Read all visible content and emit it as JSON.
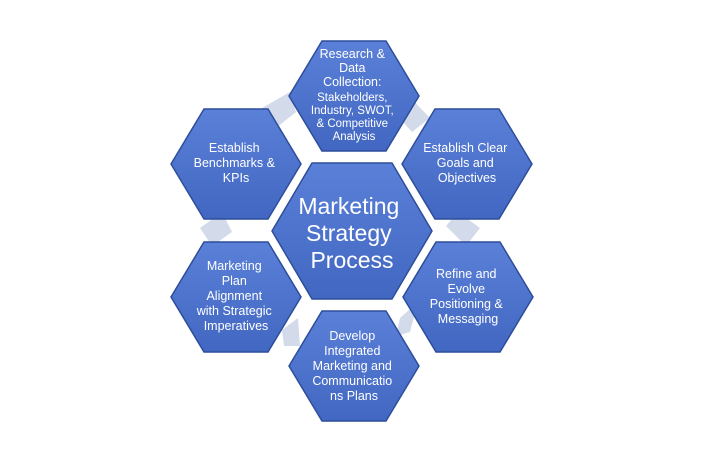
{
  "diagram": {
    "colors": {
      "hex_fill": "#4267C2",
      "hex_fill_light": "#5A80D8",
      "hex_stroke": "#2E4E9B",
      "connector": "#D3DAEA",
      "text": "#FFFFFF"
    },
    "center": {
      "lines": [
        "Marketing",
        "Strategy",
        "Process"
      ]
    },
    "steps": [
      {
        "lines": [
          "Research &",
          "Data",
          "Collection:",
          "Stakeholders,",
          "Industry, SWOT,",
          "& Competitive",
          "Analysis"
        ]
      },
      {
        "lines": [
          "Establish Clear",
          "Goals and",
          "Objectives"
        ]
      },
      {
        "lines": [
          "Refine and",
          "Evolve",
          "Positioning &",
          "Messaging"
        ]
      },
      {
        "lines": [
          "Develop",
          "Integrated",
          "Marketing and",
          "Communicatio",
          "ns Plans"
        ]
      },
      {
        "lines": [
          "Marketing",
          "Plan",
          "Alignment",
          "with Strategic",
          "Imperatives"
        ]
      },
      {
        "lines": [
          "Establish",
          "Benchmarks &",
          "KPIs"
        ]
      }
    ]
  }
}
